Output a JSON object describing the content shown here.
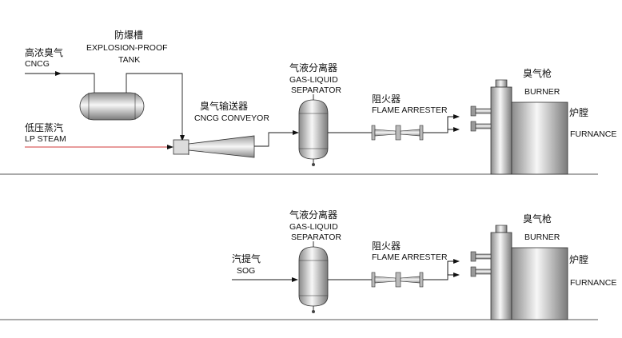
{
  "rows": [
    {
      "id": "top",
      "cncg": {
        "zh": "高浓臭气",
        "en": "CNCG"
      },
      "tank": {
        "zh": "防爆槽",
        "en1": "EXPLOSION-PROOF",
        "en2": "TANK"
      },
      "steam": {
        "zh": "低压蒸汽",
        "en": "LP STEAM"
      },
      "conveyor": {
        "zh": "臭气输送器",
        "en": "CNCG CONVEYOR"
      },
      "separator": {
        "zh": "气液分离器",
        "en1": "GAS-LIQUID",
        "en2": "SEPARATOR"
      },
      "arrester": {
        "zh": "阻火器",
        "en": "FLAME ARRESTER"
      },
      "burner": {
        "zh": "臭气枪",
        "en": "BURNER"
      },
      "furnace": {
        "zh": "炉膛",
        "en": "FURNANCE"
      }
    },
    {
      "id": "bottom",
      "sog": {
        "zh": "汽提气",
        "en": "SOG"
      },
      "separator": {
        "zh": "气液分离器",
        "en1": "GAS-LIQUID",
        "en2": "SEPARATOR"
      },
      "arrester": {
        "zh": "阻火器",
        "en": "FLAME ARRESTER"
      },
      "burner": {
        "zh": "臭气枪",
        "en": "BURNER"
      },
      "furnace": {
        "zh": "炉膛",
        "en": "FURNANCE"
      }
    }
  ],
  "colors": {
    "line": "#1a1a1a",
    "steam_line": "#d23a3a",
    "equipment_light": "#f4f4f4",
    "equipment_dark": "#7a7a7a"
  }
}
